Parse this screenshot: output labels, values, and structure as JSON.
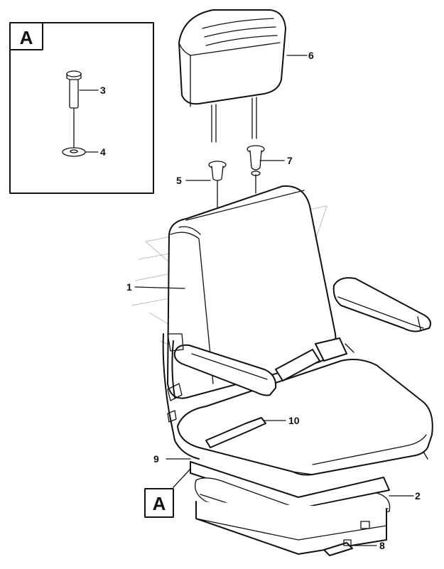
{
  "detail_box": {
    "label": "A"
  },
  "callouts": [
    {
      "id": "1",
      "text": "1"
    },
    {
      "id": "2",
      "text": "2"
    },
    {
      "id": "3",
      "text": "3"
    },
    {
      "id": "4",
      "text": "4"
    },
    {
      "id": "5",
      "text": "5"
    },
    {
      "id": "6",
      "text": "6"
    },
    {
      "id": "7",
      "text": "7"
    },
    {
      "id": "8",
      "text": "8"
    },
    {
      "id": "9",
      "text": "9"
    },
    {
      "id": "10",
      "text": "10"
    }
  ],
  "view_marker": {
    "label": "A"
  }
}
